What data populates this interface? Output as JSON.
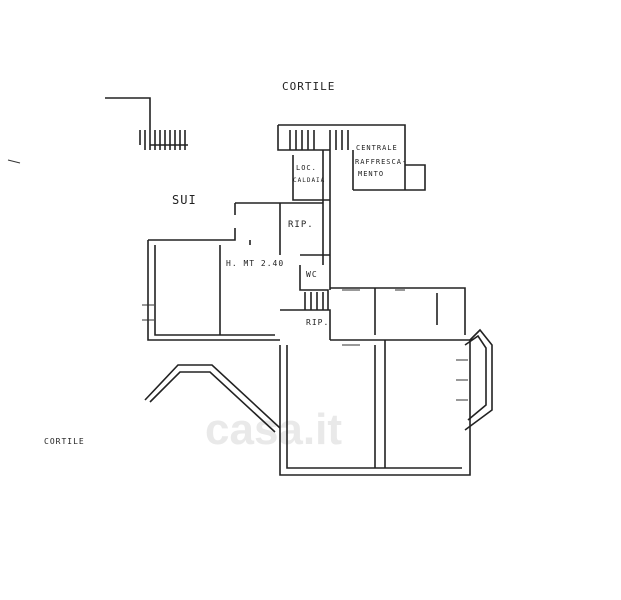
{
  "labels": {
    "cortile_top": "CORTILE",
    "centrale": "CENTRALE",
    "raffresca": "RAFFRESCA-",
    "mento": "MENTO",
    "loc": "LOC.",
    "caldaia": "CALDAIA",
    "sui": "SUI",
    "rip_upper": "RIP.",
    "height": "H. MT 2.40",
    "wc": "WC",
    "rip_lower": "RIP.",
    "cortile_left": "CORTILE"
  },
  "watermark": "casa.it"
}
